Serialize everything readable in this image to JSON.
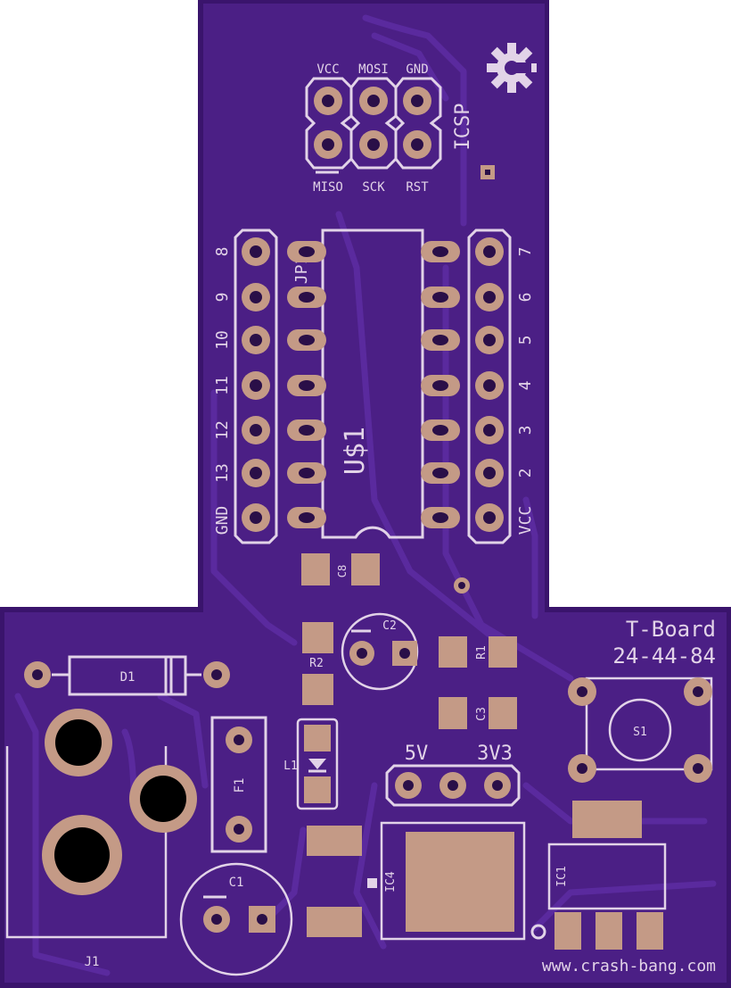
{
  "board": {
    "title": "T-Board",
    "code": "24-44-84",
    "url": "www.crash-bang.com"
  },
  "icsp": {
    "title": "ICSP",
    "top_labels": [
      "VCC",
      "MOSI",
      "GND"
    ],
    "bottom_labels": [
      "MISO",
      "SCK",
      "RST"
    ]
  },
  "chip": {
    "name": "U$1",
    "jp_label": "JP1",
    "left_pins": [
      "8",
      "9",
      "10",
      "11",
      "12",
      "13",
      "GND"
    ],
    "right_pins": [
      "7",
      "6",
      "5",
      "4",
      "3",
      "2",
      "VCC"
    ]
  },
  "components": {
    "c8": "C8",
    "c2": "C2",
    "r2": "R2",
    "r1": "R1",
    "c3": "C3",
    "d1": "D1",
    "l1": "L1",
    "f1": "F1",
    "c1": "C1",
    "j1": "J1",
    "ic4": "IC4",
    "ic1": "IC1",
    "s1": "S1",
    "v5": "5V",
    "v33": "3V3"
  },
  "colors": {
    "board": "#4b1f85",
    "edge": "#3a146c",
    "pad": "#c49a86",
    "silkscreen": "#e2d3e8"
  }
}
